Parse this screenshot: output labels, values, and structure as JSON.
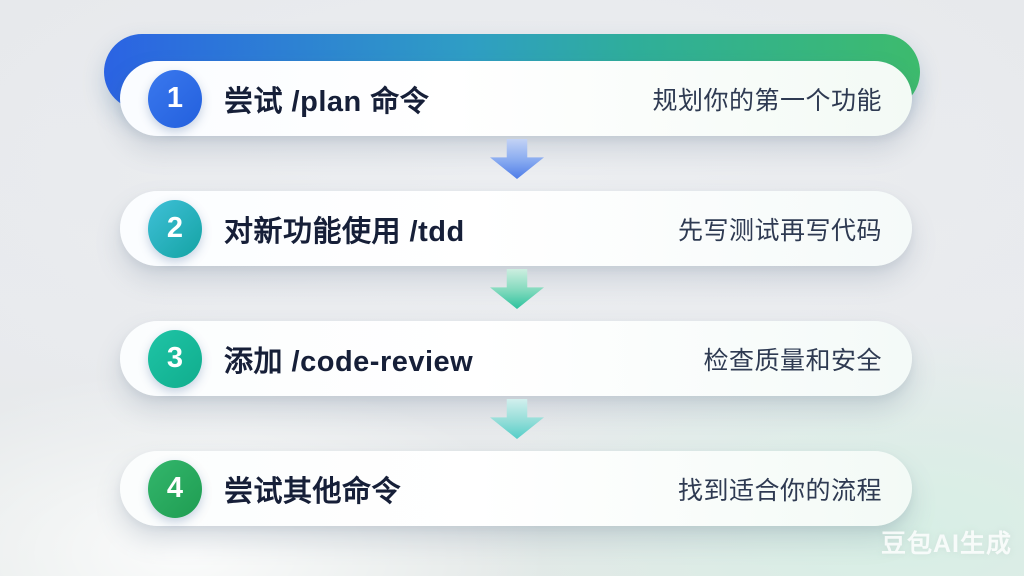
{
  "steps": [
    {
      "number": "1",
      "title": "尝试 /plan 命令",
      "description": "规划你的第一个功能",
      "badge_color": "#2e6be4"
    },
    {
      "number": "2",
      "title": "对新功能使用 /tdd",
      "description": "先写测试再写代码",
      "badge_color": "#1fb3b3"
    },
    {
      "number": "3",
      "title": "添加 /code-review",
      "description": "检查质量和安全",
      "badge_color": "#17b998"
    },
    {
      "number": "4",
      "title": "尝试其他命令",
      "description": "找到适合你的流程",
      "badge_color": "#28ab5f"
    }
  ],
  "arrows": [
    {
      "between": "step-1-step-2",
      "color": "#4e7ce8"
    },
    {
      "between": "step-2-step-3",
      "color": "#2cc29e"
    },
    {
      "between": "step-3-step-4",
      "color": "#54cec8"
    }
  ],
  "accent_gradient": [
    "#2b63e3",
    "#2f9ec4",
    "#3dbb6d"
  ],
  "watermark": {
    "text": "豆包AI生成",
    "color": "#ffffff"
  }
}
